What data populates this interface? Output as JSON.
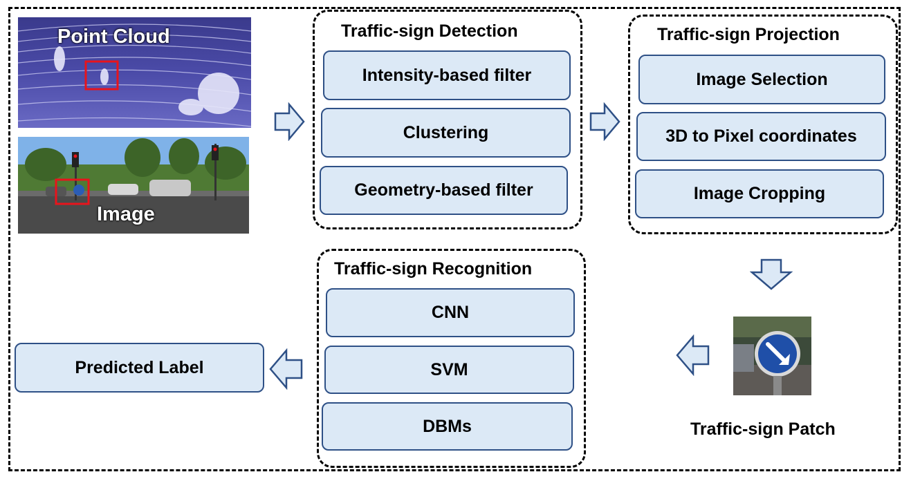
{
  "inputs": {
    "point_cloud_label": "Point Cloud",
    "image_label": "Image"
  },
  "detection": {
    "title": "Traffic-sign Detection",
    "steps": [
      "Intensity-based filter",
      "Clustering",
      "Geometry-based filter"
    ]
  },
  "projection": {
    "title": "Traffic-sign Projection",
    "steps": [
      "Image Selection",
      "3D to Pixel coordinates",
      "Image Cropping"
    ]
  },
  "recognition": {
    "title": "Traffic-sign Recognition",
    "steps": [
      "CNN",
      "SVM",
      "DBMs"
    ]
  },
  "patch": {
    "caption": "Traffic-sign Patch"
  },
  "output": {
    "label": "Predicted Label"
  },
  "colors": {
    "box_fill": "#dce9f6",
    "box_border": "#2e5086",
    "arrow_fill": "#dce9f6",
    "arrow_stroke": "#2e5086",
    "highlight": "#e8141c"
  }
}
